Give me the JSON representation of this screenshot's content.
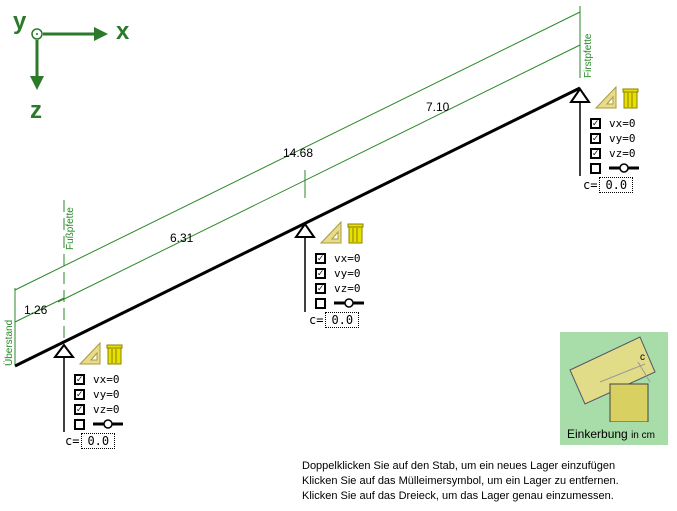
{
  "axes": {
    "y": "y",
    "x": "x",
    "z": "z"
  },
  "dimensions": {
    "total": "14.68",
    "upper": "7.10",
    "lower": "6.31",
    "overhang": "1.26"
  },
  "labels": {
    "ueberstand": "Überstand",
    "fusspfette": "Fußpfette",
    "firstpfette": "Firstpfette"
  },
  "supports": [
    {
      "vx": "vx=0",
      "vy": "vy=0",
      "vz": "vz=0",
      "c_label": "c=",
      "c_value": "0.0"
    },
    {
      "vx": "vx=0",
      "vy": "vy=0",
      "vz": "vz=0",
      "c_label": "c=",
      "c_value": "0.0"
    },
    {
      "vx": "vx=0",
      "vy": "vy=0",
      "vz": "vz=0",
      "c_label": "c=",
      "c_value": "0.0"
    }
  ],
  "einkerbung": {
    "c": "c",
    "label": "Einkerbung",
    "unit": "in cm"
  },
  "info": [
    "Doppelklicken Sie auf den Stab, um ein neues Lager einzufügen",
    "Klicken Sie auf das Mülleimersymbol, um ein Lager zu entfernen.",
    "Klicken Sie auf das Dreieck, um das Lager genau einzumessen."
  ],
  "colors": {
    "axis": "#2a7a2a",
    "dim": "#2a8a2a",
    "panel": "#a8dca8"
  }
}
